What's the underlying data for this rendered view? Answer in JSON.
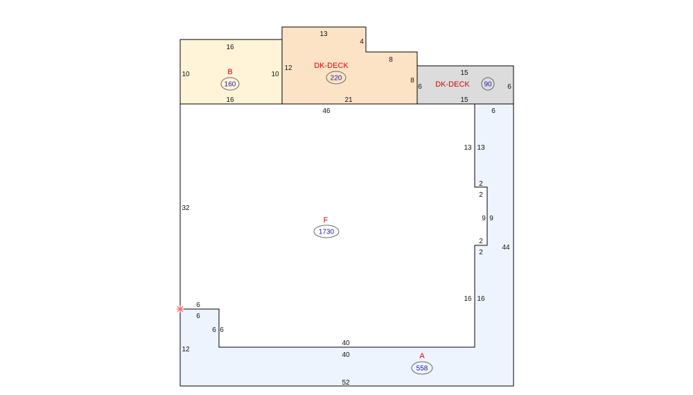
{
  "colors": {
    "outline": "#000000",
    "label_red": "#e00000",
    "value_blue": "#1a1aa8",
    "oval_stroke": "#666666",
    "marker": "#f07070",
    "fill_B": "#fff4d8",
    "fill_DK1": "#fde3c6",
    "fill_DK2": "#dcdcdc",
    "fill_F": "#ffffff",
    "fill_A": "#edf4fd"
  },
  "areas": [
    {
      "key": "B",
      "name": "B",
      "value": "160",
      "fill_key": "fill_B"
    },
    {
      "key": "DK1",
      "name": "DK-DECK",
      "value": "220",
      "fill_key": "fill_DK1"
    },
    {
      "key": "DK2",
      "name": "DK-DECK",
      "value": "90",
      "fill_key": "fill_DK2"
    },
    {
      "key": "F",
      "name": "F",
      "value": "1730",
      "fill_key": "fill_F"
    },
    {
      "key": "A",
      "name": "A",
      "value": "558",
      "fill_key": "fill_A"
    }
  ],
  "dimensions": [
    {
      "area": "B",
      "side": "top",
      "text": "16"
    },
    {
      "area": "B",
      "side": "left",
      "text": "10"
    },
    {
      "area": "B",
      "side": "right",
      "text": "10"
    },
    {
      "area": "B",
      "side": "bottom",
      "text": "16"
    },
    {
      "area": "DK1",
      "side": "top",
      "text": "13"
    },
    {
      "area": "DK1",
      "side": "step-vertical",
      "text": "4"
    },
    {
      "area": "DK1",
      "side": "step-horizontal",
      "text": "8"
    },
    {
      "area": "DK1",
      "side": "left",
      "text": "12"
    },
    {
      "area": "DK1",
      "side": "right",
      "text": "8"
    },
    {
      "area": "DK1",
      "side": "bottom",
      "text": "21"
    },
    {
      "area": "DK2",
      "side": "top",
      "text": "15"
    },
    {
      "area": "DK2",
      "side": "left",
      "text": "6"
    },
    {
      "area": "DK2",
      "side": "right",
      "text": "6"
    },
    {
      "area": "DK2",
      "side": "bottom",
      "text": "15"
    },
    {
      "area": "F",
      "side": "top",
      "text": "46"
    },
    {
      "area": "F",
      "side": "left",
      "text": "32"
    },
    {
      "area": "F",
      "side": "right-upper",
      "text": "13"
    },
    {
      "area": "F",
      "side": "notch-top",
      "text": "2"
    },
    {
      "area": "F",
      "side": "notch-side",
      "text": "9"
    },
    {
      "area": "F",
      "side": "notch-bottom",
      "text": "2"
    },
    {
      "area": "F",
      "side": "right-lower",
      "text": "16"
    },
    {
      "area": "F",
      "side": "inner-bottom",
      "text": "40"
    },
    {
      "area": "F",
      "side": "inner-step",
      "text": "6"
    },
    {
      "area": "F",
      "side": "inner-ledge",
      "text": "6"
    },
    {
      "area": "A",
      "side": "top",
      "text": "6"
    },
    {
      "area": "A",
      "side": "inner-upper",
      "text": "13"
    },
    {
      "area": "A",
      "side": "notch-top",
      "text": "2"
    },
    {
      "area": "A",
      "side": "notch-side",
      "text": "9"
    },
    {
      "area": "A",
      "side": "notch-bottom",
      "text": "2"
    },
    {
      "area": "A",
      "side": "inner-lower",
      "text": "16"
    },
    {
      "area": "A",
      "side": "outer-right",
      "text": "44"
    },
    {
      "area": "A",
      "side": "inner-top",
      "text": "40"
    },
    {
      "area": "A",
      "side": "ledge",
      "text": "6"
    },
    {
      "area": "A",
      "side": "step",
      "text": "6"
    },
    {
      "area": "A",
      "side": "left",
      "text": "12"
    },
    {
      "area": "A",
      "side": "bottom",
      "text": "52"
    }
  ]
}
